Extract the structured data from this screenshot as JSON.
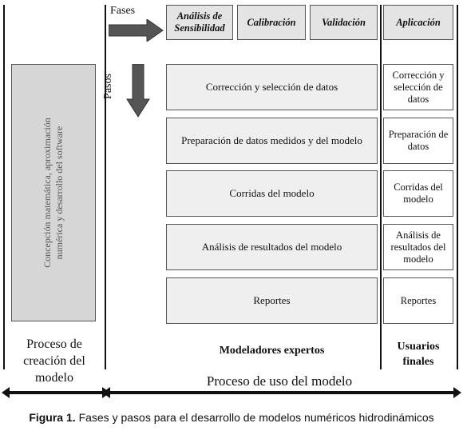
{
  "phases_label": "Fases",
  "steps_label": "Pasos",
  "phases": [
    {
      "label": "Análisis de Sensibilidad"
    },
    {
      "label": "Calibración"
    },
    {
      "label": "Validación"
    }
  ],
  "application_phase": "Aplicación",
  "concept_text": "Concepción matemática, aproximación numérica y desarrollo del software",
  "steps": [
    {
      "label": "Corrección y selección de datos"
    },
    {
      "label": "Preparación de datos medidos y del modelo"
    },
    {
      "label": "Corridas del modelo"
    },
    {
      "label": "Análisis de resultados del modelo"
    },
    {
      "label": "Reportes"
    }
  ],
  "app_steps": [
    {
      "label": "Corrección y selección de datos"
    },
    {
      "label": "Preparación de datos"
    },
    {
      "label": "Corridas del modelo"
    },
    {
      "label": "Análisis de resultados del modelo"
    },
    {
      "label": "Reportes"
    }
  ],
  "creation_process": "Proceso de creación del modelo",
  "expert_modelers": "Modeladores expertos",
  "end_users": "Usuarios finales",
  "use_process": "Proceso de uso del modelo",
  "caption_label": "Figura 1.",
  "caption_text": "Fases y pasos para el desarrollo de modelos numéricos hidrodinámicos"
}
